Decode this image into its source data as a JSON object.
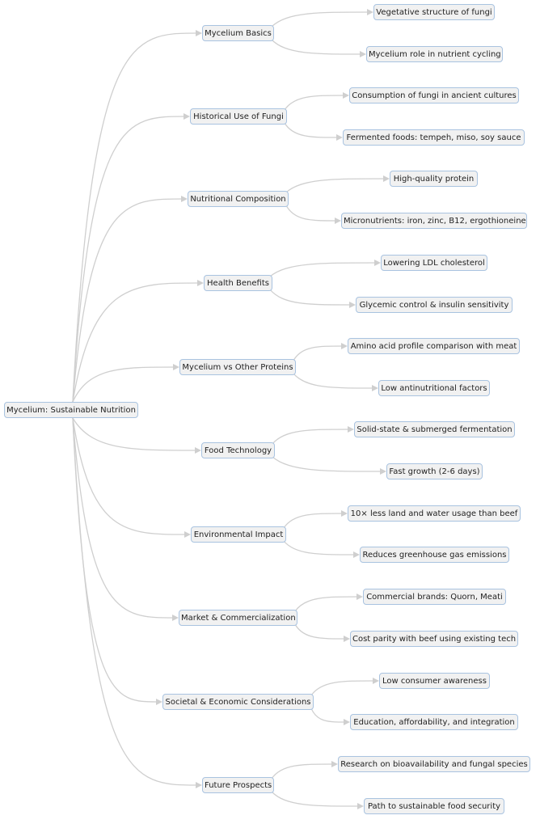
{
  "root": {
    "label": "Mycelium: Sustainable Nutrition"
  },
  "branches": [
    {
      "label": "Mycelium Basics",
      "children": [
        "Vegetative structure of fungi",
        "Mycelium role in nutrient cycling"
      ]
    },
    {
      "label": "Historical Use of Fungi",
      "children": [
        "Consumption of fungi in ancient cultures",
        "Fermented foods: tempeh, miso, soy sauce"
      ]
    },
    {
      "label": "Nutritional Composition",
      "children": [
        "High-quality protein",
        "Micronutrients: iron, zinc, B12, ergothioneine"
      ]
    },
    {
      "label": "Health Benefits",
      "children": [
        "Lowering LDL cholesterol",
        "Glycemic control & insulin sensitivity"
      ]
    },
    {
      "label": "Mycelium vs Other Proteins",
      "children": [
        "Amino acid profile comparison with meat",
        "Low antinutritional factors"
      ]
    },
    {
      "label": "Food Technology",
      "children": [
        "Solid-state & submerged fermentation",
        "Fast growth (2-6 days)"
      ]
    },
    {
      "label": "Environmental Impact",
      "children": [
        "10× less land and water usage than beef",
        "Reduces greenhouse gas emissions"
      ]
    },
    {
      "label": "Market & Commercialization",
      "children": [
        "Commercial brands: Quorn, Meati",
        "Cost parity with beef using existing tech"
      ]
    },
    {
      "label": "Societal & Economic Considerations",
      "children": [
        "Low consumer awareness",
        "Education, affordability, and integration"
      ]
    },
    {
      "label": "Future Prospects",
      "children": [
        "Research on bioavailability and fungal species",
        "Path to sustainable food security"
      ]
    }
  ],
  "colors": {
    "node_fill": "#f1f1f1",
    "node_border": "#a9c3e0",
    "edge": "#cfcfcf"
  }
}
